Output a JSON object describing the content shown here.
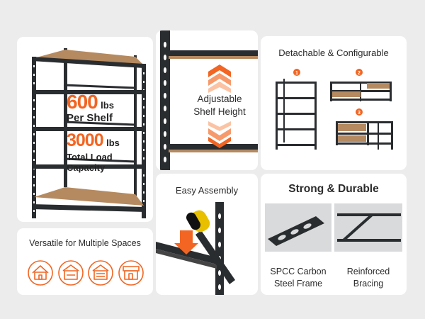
{
  "colors": {
    "accent": "#f26522",
    "frame": "#2a2d30",
    "board": "#b58a60",
    "bg": "#ececec"
  },
  "main": {
    "capacity_shelf_value": "600",
    "capacity_shelf_unit": "lbs",
    "capacity_shelf_label": "Per Shelf",
    "capacity_total_value": "3000",
    "capacity_total_unit": "lbs",
    "capacity_total_label": "Total Load Capacity"
  },
  "adjustable": {
    "label_line1": "Adjustable",
    "label_line2": "Shelf Height"
  },
  "configurable": {
    "title": "Detachable & Configurable",
    "badges": [
      "1",
      "2",
      "3"
    ]
  },
  "assembly": {
    "title": "Easy Assembly"
  },
  "durable": {
    "title": "Strong & Durable",
    "feature1_line1": "SPCC Carbon",
    "feature1_line2": "Steel Frame",
    "feature2_line1": "Reinforced",
    "feature2_line2": "Bracing"
  },
  "versatile": {
    "title": "Versatile for Multiple Spaces",
    "icons": [
      "home-icon",
      "garage-icon",
      "warehouse-icon",
      "store-icon"
    ]
  }
}
